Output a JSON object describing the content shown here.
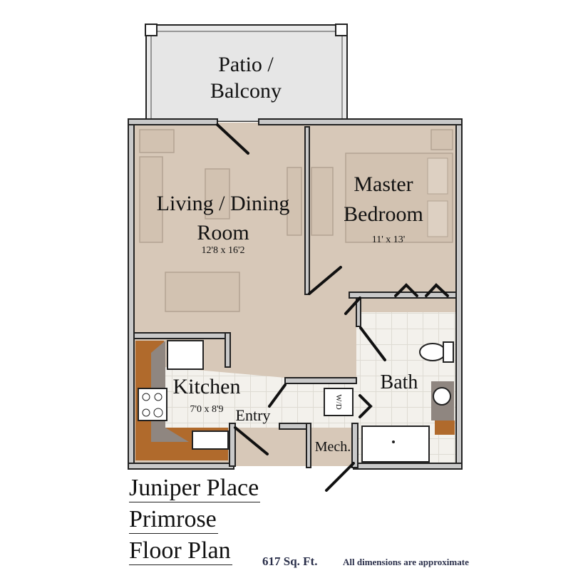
{
  "rooms": {
    "patio": [
      "Patio /",
      "Balcony"
    ],
    "living": {
      "name": [
        "Living / Dining",
        "Room"
      ],
      "dims": "12'8 x 16'2"
    },
    "bedroom": {
      "name": [
        "Master",
        "Bedroom"
      ],
      "dims": "11' x 13'"
    },
    "kitchen": {
      "name": "Kitchen",
      "dims": "7'0 x 8'9"
    },
    "entry": "Entry",
    "bath": "Bath",
    "mech": "Mech.",
    "washer_dryer": "W/D"
  },
  "title": {
    "line1": "Juniper Place",
    "line2": "Primrose",
    "line3": "Floor Plan"
  },
  "area": "617 Sq. Ft.",
  "disclaimer": "All dimensions are approximate",
  "colors": {
    "floor": "#d7c8b8",
    "wall": "#c9c9c9",
    "wood": "#b06a2c",
    "tile": "#f3f1ec",
    "counter": "#8f8680"
  }
}
